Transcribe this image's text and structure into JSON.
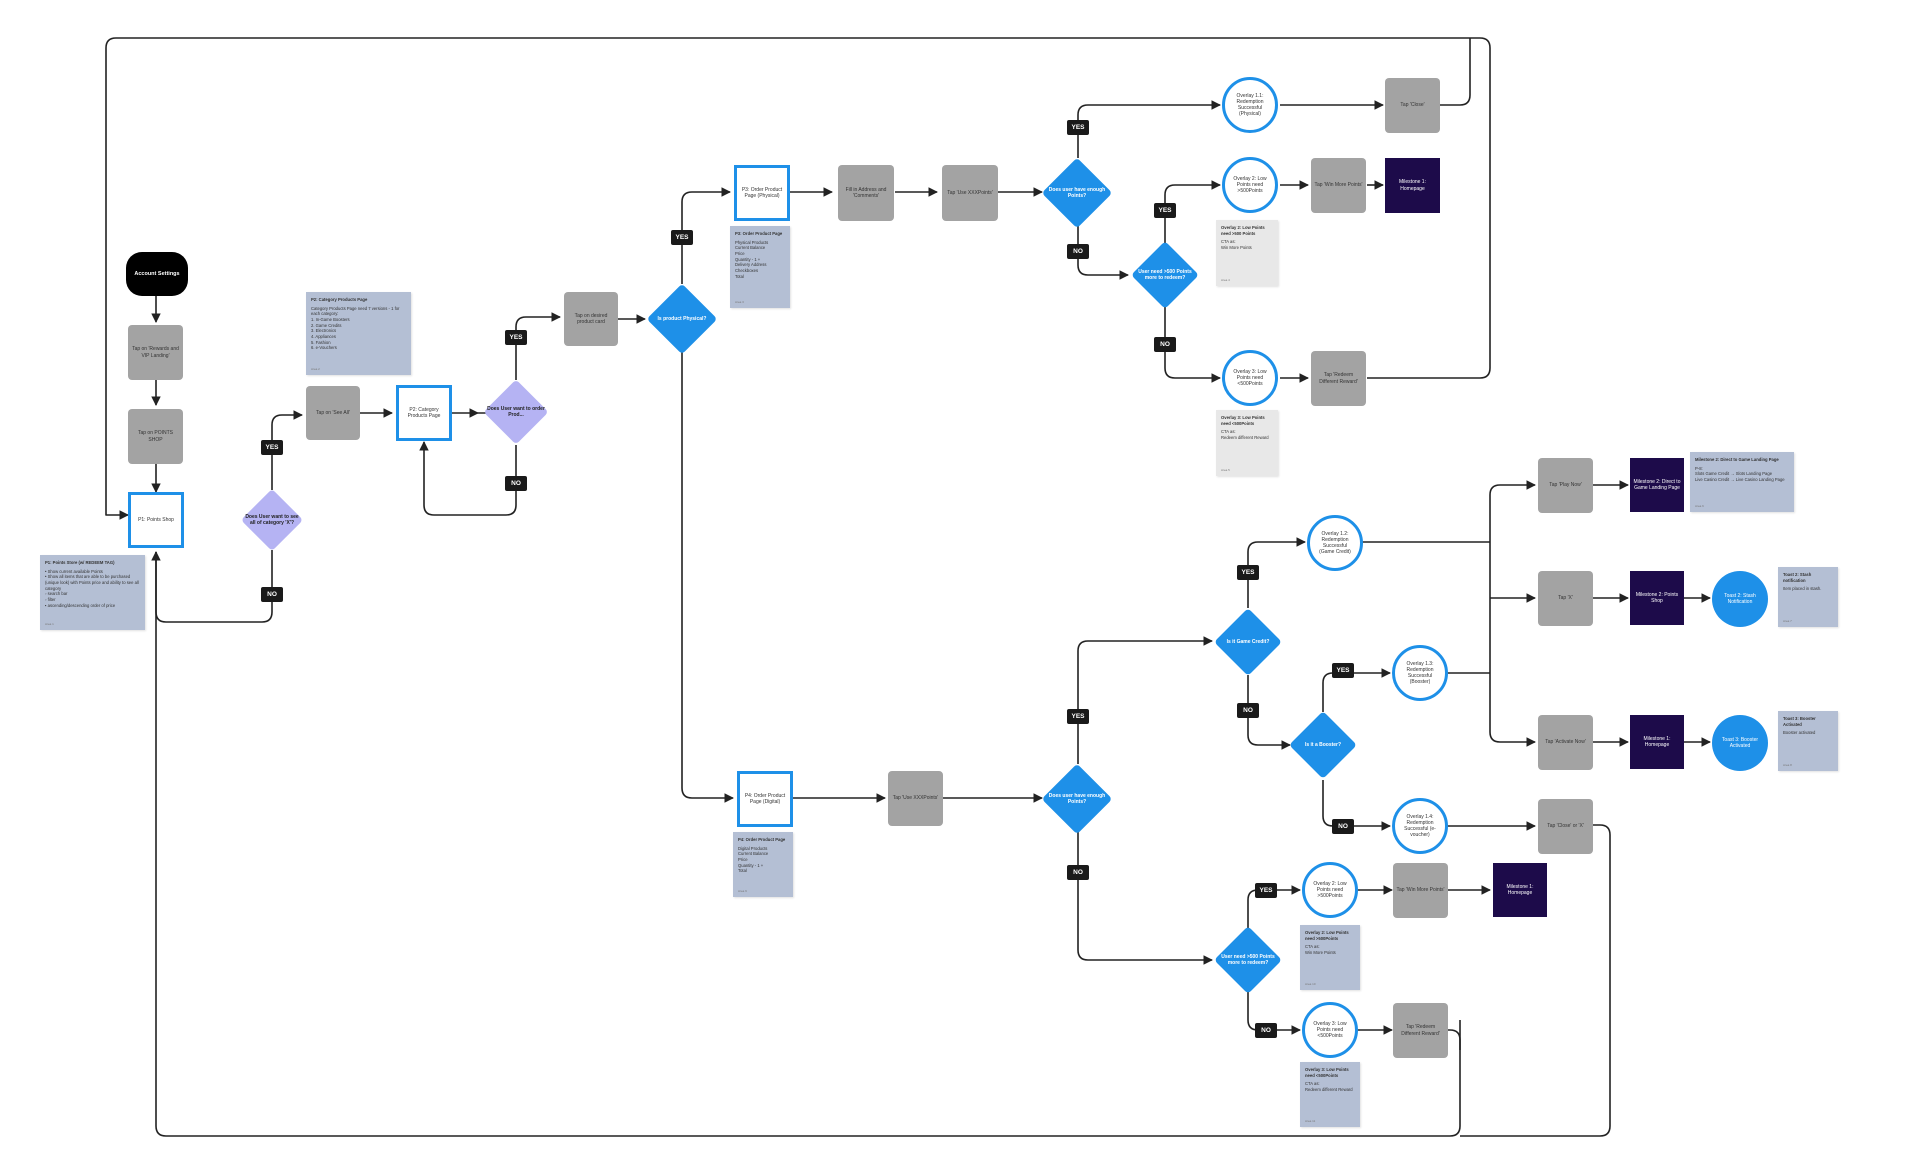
{
  "nodes": {
    "account_settings": "Account Settings",
    "tap_rewards": "Tap on 'Rewards and VIP Landing'",
    "tap_points_shop": "Tap on POINTS SHOP",
    "p1_points_shop": "P1: Points Shop",
    "q_see_all": "Does User want to see all of category 'X'?",
    "tap_see_all": "Tap on 'See All'",
    "p2_category": "P2: Category Products Page",
    "q_order_product": "Does User want to order Prod...",
    "tap_desired_card": "Tap on desired product card",
    "q_physical": "Is product Physical?",
    "p3_order_physical": "P3: Order Product Page (Physical)",
    "fill_address": "Fill in Address and 'Comments'",
    "tap_use_points_phys": "Tap 'Use XXXPoints'",
    "q_enough_phys": "Does user have enough Points?",
    "overlay_1_1": "Overlay 1.1: Redemption Successful (Physical)",
    "tap_close_phys": "Tap 'Close'",
    "q_need_500_phys": "User need >500 Points more to redeem?",
    "overlay_2_phys": "Overlay 2: Low Points need >500Points",
    "tap_win_more_phys": "Tap 'Win More Points'",
    "milestone_1_phys": "Milestone 1: Homepage",
    "overlay_3_phys": "Overlay 3: Low Points need <500Points",
    "tap_redeem_diff_phys": "Tap 'Redeem Different Reward'",
    "p4_order_digital": "P4: Order Product Page (Digital)",
    "tap_use_points_dig": "Tap 'Use XXXPoints'",
    "q_enough_dig": "Does user have enough Points?",
    "q_game_credit": "Is it Game Credit?",
    "overlay_1_2": "Overlay 1.2: Redemption Successful (Game Credit)",
    "q_booster": "Is it a Booster?",
    "overlay_1_3": "Overlay 1.3: Redemption Successful (Booster)",
    "overlay_1_4": "Overlay 1.4: Redemption Successful (e-voucher)",
    "tap_play_now": "Tap 'Play Now'",
    "milestone_2_game": "Milestone 2: Direct to Game Landing Page",
    "tap_x": "Tap 'X'",
    "milestone_2_shop": "Milestone 2: Points Shop",
    "toast_2": "Toast 2: Stash Notification",
    "tap_activate": "Tap 'Activate Now'",
    "milestone_1_booster": "Milestone 1: Homepage",
    "toast_3": "Toast 3: Booster Activated",
    "tap_close_or_x": "Tap 'Close' or 'X'",
    "q_need_500_dig": "User need >500 Points more to redeem?",
    "overlay_2_dig": "Overlay 2: Low Points need >500Points",
    "tap_win_more_dig": "Tap 'Win More Points'",
    "milestone_1_dig": "Milestone 1: Homepage",
    "overlay_3_dig": "Overlay 3: Low Points need <500Points",
    "tap_redeem_diff_dig": "Tap 'Redeem Different Reward'"
  },
  "badges": {
    "yes": "YES",
    "no": "NO"
  },
  "notes": {
    "p1": {
      "title": "P1: Points Store (w/ REDEEM TAG)",
      "body": "• Show current available Points\n• Show all items that are able to be purchased (unique look) with Points price and ability to see all category\n   ◦ search bar\n   ◦ filter\n      ▪ ascending/descending order of price",
      "footer": "Area 1"
    },
    "p2": {
      "title": "P2: Category Products Page",
      "body": "Category Products Page need 7 versions - 1 for each category:\n1. In-Game Boosters\n2. Game Credits\n3. Electronics\n4. Appliances\n5. Fashion\n6. e-Vouchers",
      "footer": "Area 2"
    },
    "p3": {
      "title": "P3: Order Product Page",
      "body": "Physical Products\nCurrent Balance\nPrice\nQuantity - 1 +\nDelivery Address\nCheckboxes\nTotal",
      "footer": "Area 3"
    },
    "ov2_phys": {
      "title": "Overlay 2: Low Points need >500 Points",
      "body": "CTA as:\nWin More Points",
      "footer": "Area 4"
    },
    "ov3_phys": {
      "title": "Overlay 3: Low Points need <500Points",
      "body": "CTA as:\nRedeem different Reward",
      "footer": "Area 5"
    },
    "milestone_2": {
      "title": "Milestone 2: Direct to Game Landing Page",
      "body": "P-8:\nSlots Game Credit → Slots Landing Page\nLive Casino Credit → Live Casino Landing Page",
      "footer": "Area 6"
    },
    "toast_2": {
      "title": "Toast 2: Stash notification",
      "body": "Item placed in stash.",
      "footer": "Area 7"
    },
    "toast_3": {
      "title": "Toast 3: Booster Activated",
      "body": "Booster activated",
      "footer": "Area 8"
    },
    "p4": {
      "title": "P4: Order Product Page",
      "body": "Digital Products\nCurrent Balance\nPrice\nQuantity - 1 +\nTotal",
      "footer": "Area 9"
    },
    "ov2_dig": {
      "title": "Overlay 2: Low Points need >500Points",
      "body": "CTA as:\nWin More Points",
      "footer": "Area 10"
    },
    "ov3_dig": {
      "title": "Overlay 3: Low Points need <500Points",
      "body": "CTA as:\nRedeem different Reward",
      "footer": "Area 11"
    }
  },
  "colors": {
    "page_border": "#1e90e8",
    "decision": "#1e90e8",
    "decision_alt": "#b5b3f3",
    "step": "#a3a3a3",
    "milestone": "#1d0b4a",
    "note": "#b4bfd4",
    "note_light": "#e8e8e8",
    "connector": "#222222"
  }
}
